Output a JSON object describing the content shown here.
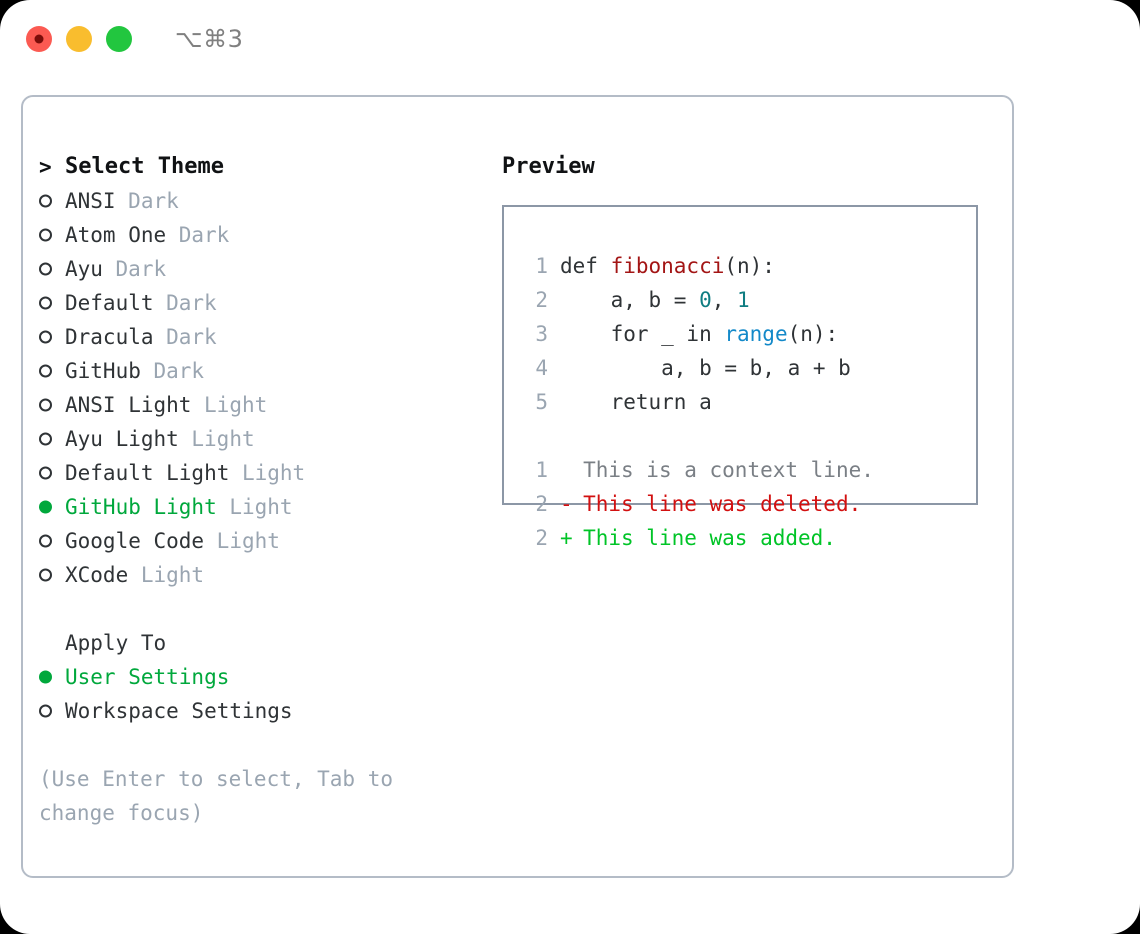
{
  "window": {
    "titlebar_label": "⌥⌘3",
    "traffic_lights": [
      "close-red",
      "minimize-yellow",
      "maximize-green"
    ],
    "accent_green": "#00a83c",
    "muted_gray": "#9aa5b1",
    "border_gray": "#b4bcc7",
    "preview_border": "#8c97a6"
  },
  "theme_panel": {
    "header_marker": ">",
    "header_label": "Select Theme",
    "unselected_marker": "○",
    "selected_marker": "●",
    "items": [
      {
        "name": "ANSI",
        "kind": "Dark",
        "selected": false
      },
      {
        "name": "Atom One",
        "kind": "Dark",
        "selected": false
      },
      {
        "name": "Ayu",
        "kind": "Dark",
        "selected": false
      },
      {
        "name": "Default",
        "kind": "Dark",
        "selected": false
      },
      {
        "name": "Dracula",
        "kind": "Dark",
        "selected": false
      },
      {
        "name": "GitHub",
        "kind": "Dark",
        "selected": false
      },
      {
        "name": "ANSI Light",
        "kind": "Light",
        "selected": false
      },
      {
        "name": "Ayu Light",
        "kind": "Light",
        "selected": false
      },
      {
        "name": "Default Light",
        "kind": "Light",
        "selected": false
      },
      {
        "name": "GitHub Light",
        "kind": "Light",
        "selected": true
      },
      {
        "name": "Google Code",
        "kind": "Light",
        "selected": false
      },
      {
        "name": "XCode",
        "kind": "Light",
        "selected": false
      }
    ]
  },
  "apply_to": {
    "heading": "Apply To",
    "options": [
      {
        "label": "User Settings",
        "selected": true
      },
      {
        "label": "Workspace Settings",
        "selected": false
      }
    ]
  },
  "hint": {
    "text": "(Use Enter to select, Tab to change focus)"
  },
  "preview": {
    "title": "Preview",
    "code_lines": [
      {
        "no": "1",
        "segments": [
          {
            "text": "def ",
            "tok": "plain"
          },
          {
            "text": "fibonacci",
            "tok": "fn"
          },
          {
            "text": "(n):",
            "tok": "plain"
          }
        ]
      },
      {
        "no": "2",
        "segments": [
          {
            "text": "    a, b = ",
            "tok": "plain"
          },
          {
            "text": "0",
            "tok": "num"
          },
          {
            "text": ", ",
            "tok": "plain"
          },
          {
            "text": "1",
            "tok": "num"
          }
        ]
      },
      {
        "no": "3",
        "segments": [
          {
            "text": "    for _ in ",
            "tok": "plain"
          },
          {
            "text": "range",
            "tok": "call"
          },
          {
            "text": "(n):",
            "tok": "plain"
          }
        ]
      },
      {
        "no": "4",
        "segments": [
          {
            "text": "        a, b = b, a + b",
            "tok": "plain"
          }
        ]
      },
      {
        "no": "5",
        "segments": [
          {
            "text": "    return a",
            "tok": "plain"
          }
        ]
      }
    ],
    "diff_lines": [
      {
        "no": "1",
        "sign": " ",
        "text": "This is a context line.",
        "kind": "context"
      },
      {
        "no": "2",
        "sign": "-",
        "text": "This line was deleted.",
        "kind": "deleted"
      },
      {
        "no": "2",
        "sign": "+",
        "text": "This line was added.",
        "kind": "added"
      }
    ]
  }
}
